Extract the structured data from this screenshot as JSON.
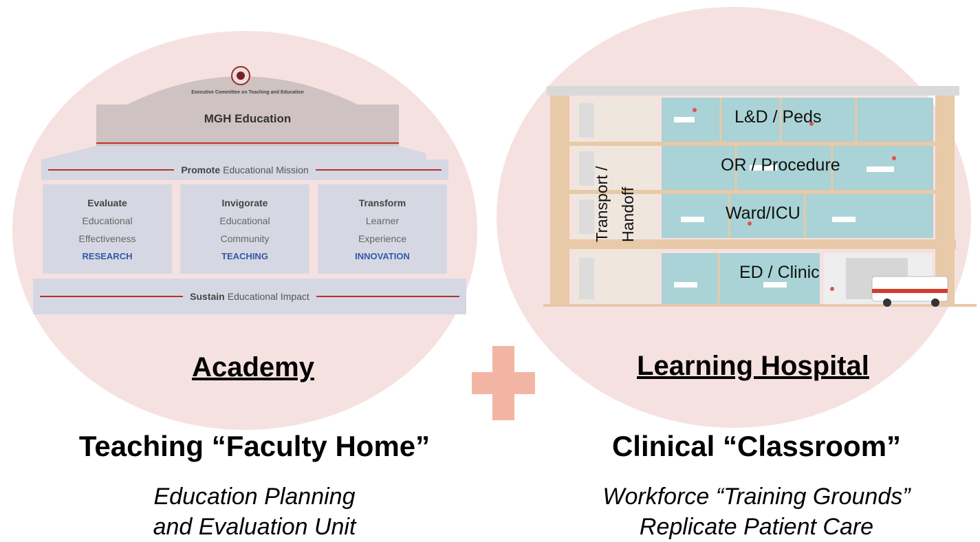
{
  "academy": {
    "committee": "Executive Committee on Teaching and Education",
    "title": "MGH Education",
    "promote": {
      "bold": "Promote",
      "text": "Educational Mission"
    },
    "pillars": [
      {
        "head": "Evaluate",
        "line1": "Educational",
        "line2": "Effectiveness",
        "tag": "RESEARCH"
      },
      {
        "head": "Invigorate",
        "line1": "Educational",
        "line2": "Community",
        "tag": "TEACHING"
      },
      {
        "head": "Transform",
        "line1": "Learner",
        "line2": "Experience",
        "tag": "INNOVATION"
      }
    ],
    "sustain": {
      "bold": "Sustain",
      "text": "Educational Impact"
    },
    "heading": "Academy",
    "subheading": "Teaching “Faculty Home”",
    "italic_line1": "Education Planning",
    "italic_line2": "and Evaluation Unit"
  },
  "hospital": {
    "floors": [
      "L&D / Peds",
      "OR / Procedure",
      "Ward/ICU",
      "ED / Clinic"
    ],
    "vertical_label1": "Transport /",
    "vertical_label2": "Handoff",
    "heading": "Learning Hospital",
    "subheading": "Clinical “Classroom”",
    "italic_line1": "Workforce “Training Grounds”",
    "italic_line2": "Replicate Patient Care"
  },
  "colors": {
    "circle": "#f6e1e1",
    "plus": "#f3b5a3",
    "building_band": "#d5d8e3",
    "accent_red": "#b8322f",
    "tag_blue": "#3458a6",
    "hospital_teal": "#a9d3d6"
  }
}
